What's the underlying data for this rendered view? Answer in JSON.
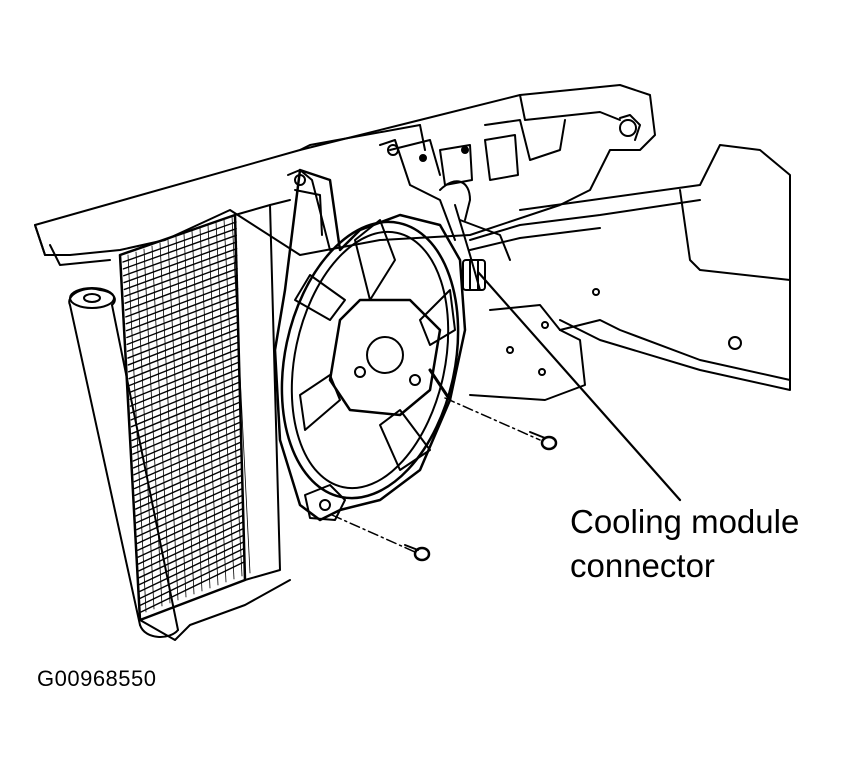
{
  "callout": {
    "line1": "Cooling module",
    "line2": "connector"
  },
  "figure_id": "G00968550",
  "colors": {
    "ink": "#000000",
    "paper": "#ffffff"
  }
}
